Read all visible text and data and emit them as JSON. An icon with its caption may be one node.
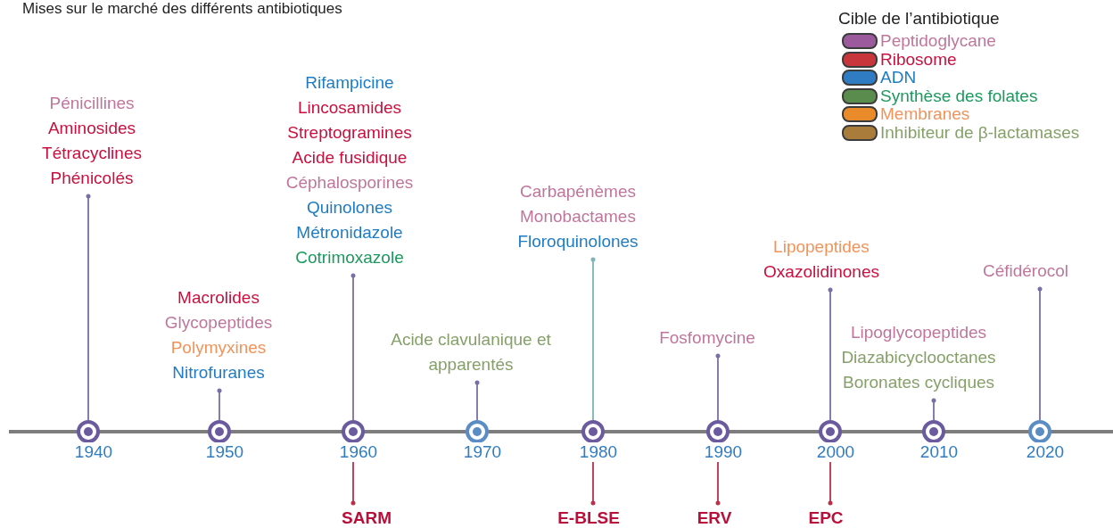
{
  "diagram": {
    "title": "Mises sur le marché des différents antibiotiques",
    "nodes": [
      {
        "text": [
          "Pénicillines",
          "Aminosides",
          "Tétracyclines",
          "Phénicolés"
        ]
      },
      {
        "text": [
          "Macrolides",
          "Glycopeptides",
          "Polymyxines",
          "Nitrofuranes"
        ]
      },
      {
        "text": [
          "Rifampicine",
          "Lincosamides",
          "Streptogramines",
          "Acide fusidique",
          "Céphalosporines",
          "Quinolones",
          "Métronidazole",
          "Cotrimoxazole"
        ]
      },
      {
        "text": [
          "Acide clavulanique et apparentés"
        ]
      },
      {
        "text": [
          "Carbapénèmes",
          "Monobactames",
          "Floroquinolones"
        ]
      },
      {
        "text": [
          "Fosfomycine"
        ]
      },
      {
        "text": [
          "Lipopeptides",
          "Oxazolidinones"
        ]
      },
      {
        "text": [
          "Lipoglycopeptides",
          "Diazabicyclooctanes",
          "Boronates cycliques"
        ]
      },
      {
        "text": [
          "Céfidérocol"
        ]
      },
      {
        "text": [],
        "shape": "circle",
        "beside": [
          "1940"
        ]
      },
      {
        "text": [],
        "shape": "circle",
        "beside": [
          "1950"
        ]
      },
      {
        "text": [],
        "shape": "circle",
        "beside": [
          "1960"
        ]
      },
      {
        "text": [],
        "shape": "circle",
        "beside": [
          "1970"
        ]
      },
      {
        "text": [],
        "shape": "circle",
        "beside": [
          "1980"
        ]
      },
      {
        "text": [],
        "shape": "circle",
        "beside": [
          "1990"
        ]
      },
      {
        "text": [],
        "shape": "circle",
        "beside": [
          "2000"
        ]
      },
      {
        "text": [],
        "shape": "circle",
        "beside": [
          "2010"
        ]
      },
      {
        "text": [],
        "shape": "circle",
        "beside": [
          "2020"
        ]
      },
      {
        "text": [
          "SARM"
        ]
      },
      {
        "text": [
          "E-BLSE"
        ]
      },
      {
        "text": [
          "ERV"
        ]
      },
      {
        "text": [
          "EPC"
        ]
      }
    ],
    "edges": [
      {
        "from": 0,
        "to": 9,
        "arrow": "other"
      },
      {
        "from": 1,
        "to": 10,
        "arrow": "other"
      },
      {
        "from": 2,
        "to": 11,
        "arrow": "other"
      },
      {
        "from": 3,
        "to": 12,
        "arrow": "other"
      },
      {
        "from": 4,
        "to": 13,
        "arrow": "other",
        "color": "#7fb3b5"
      },
      {
        "from": 5,
        "to": 14,
        "arrow": "other"
      },
      {
        "from": 6,
        "to": 15,
        "arrow": "other"
      },
      {
        "from": 7,
        "to": 16,
        "arrow": "other"
      },
      {
        "from": 8,
        "to": 17,
        "arrow": "other"
      },
      {
        "from": 18,
        "to": 11,
        "arrow": "other",
        "color": "#b8304a"
      },
      {
        "from": 19,
        "to": 13,
        "arrow": "other",
        "color": "#b8304a"
      },
      {
        "from": 20,
        "to": 14,
        "arrow": "other",
        "color": "#b8304a"
      },
      {
        "from": 21,
        "to": 15,
        "arrow": "other",
        "color": "#b8304a"
      }
    ],
    "labels": [
      "Cible de l’antibiotique"
    ],
    "legend": [
      {
        "text": "Peptidoglycane",
        "color": "#9a5a9c"
      },
      {
        "text": "Ribosome",
        "color": "#c8363c"
      },
      {
        "text": "ADN",
        "color": "#2f7cc2"
      },
      {
        "text": "Synthèse des folates",
        "color": "#5a8c4e"
      },
      {
        "text": "Membranes",
        "color": "#e98b2b"
      },
      {
        "text": "Inhibiteur de β-lactamases",
        "color": "#a97c3c"
      }
    ]
  }
}
